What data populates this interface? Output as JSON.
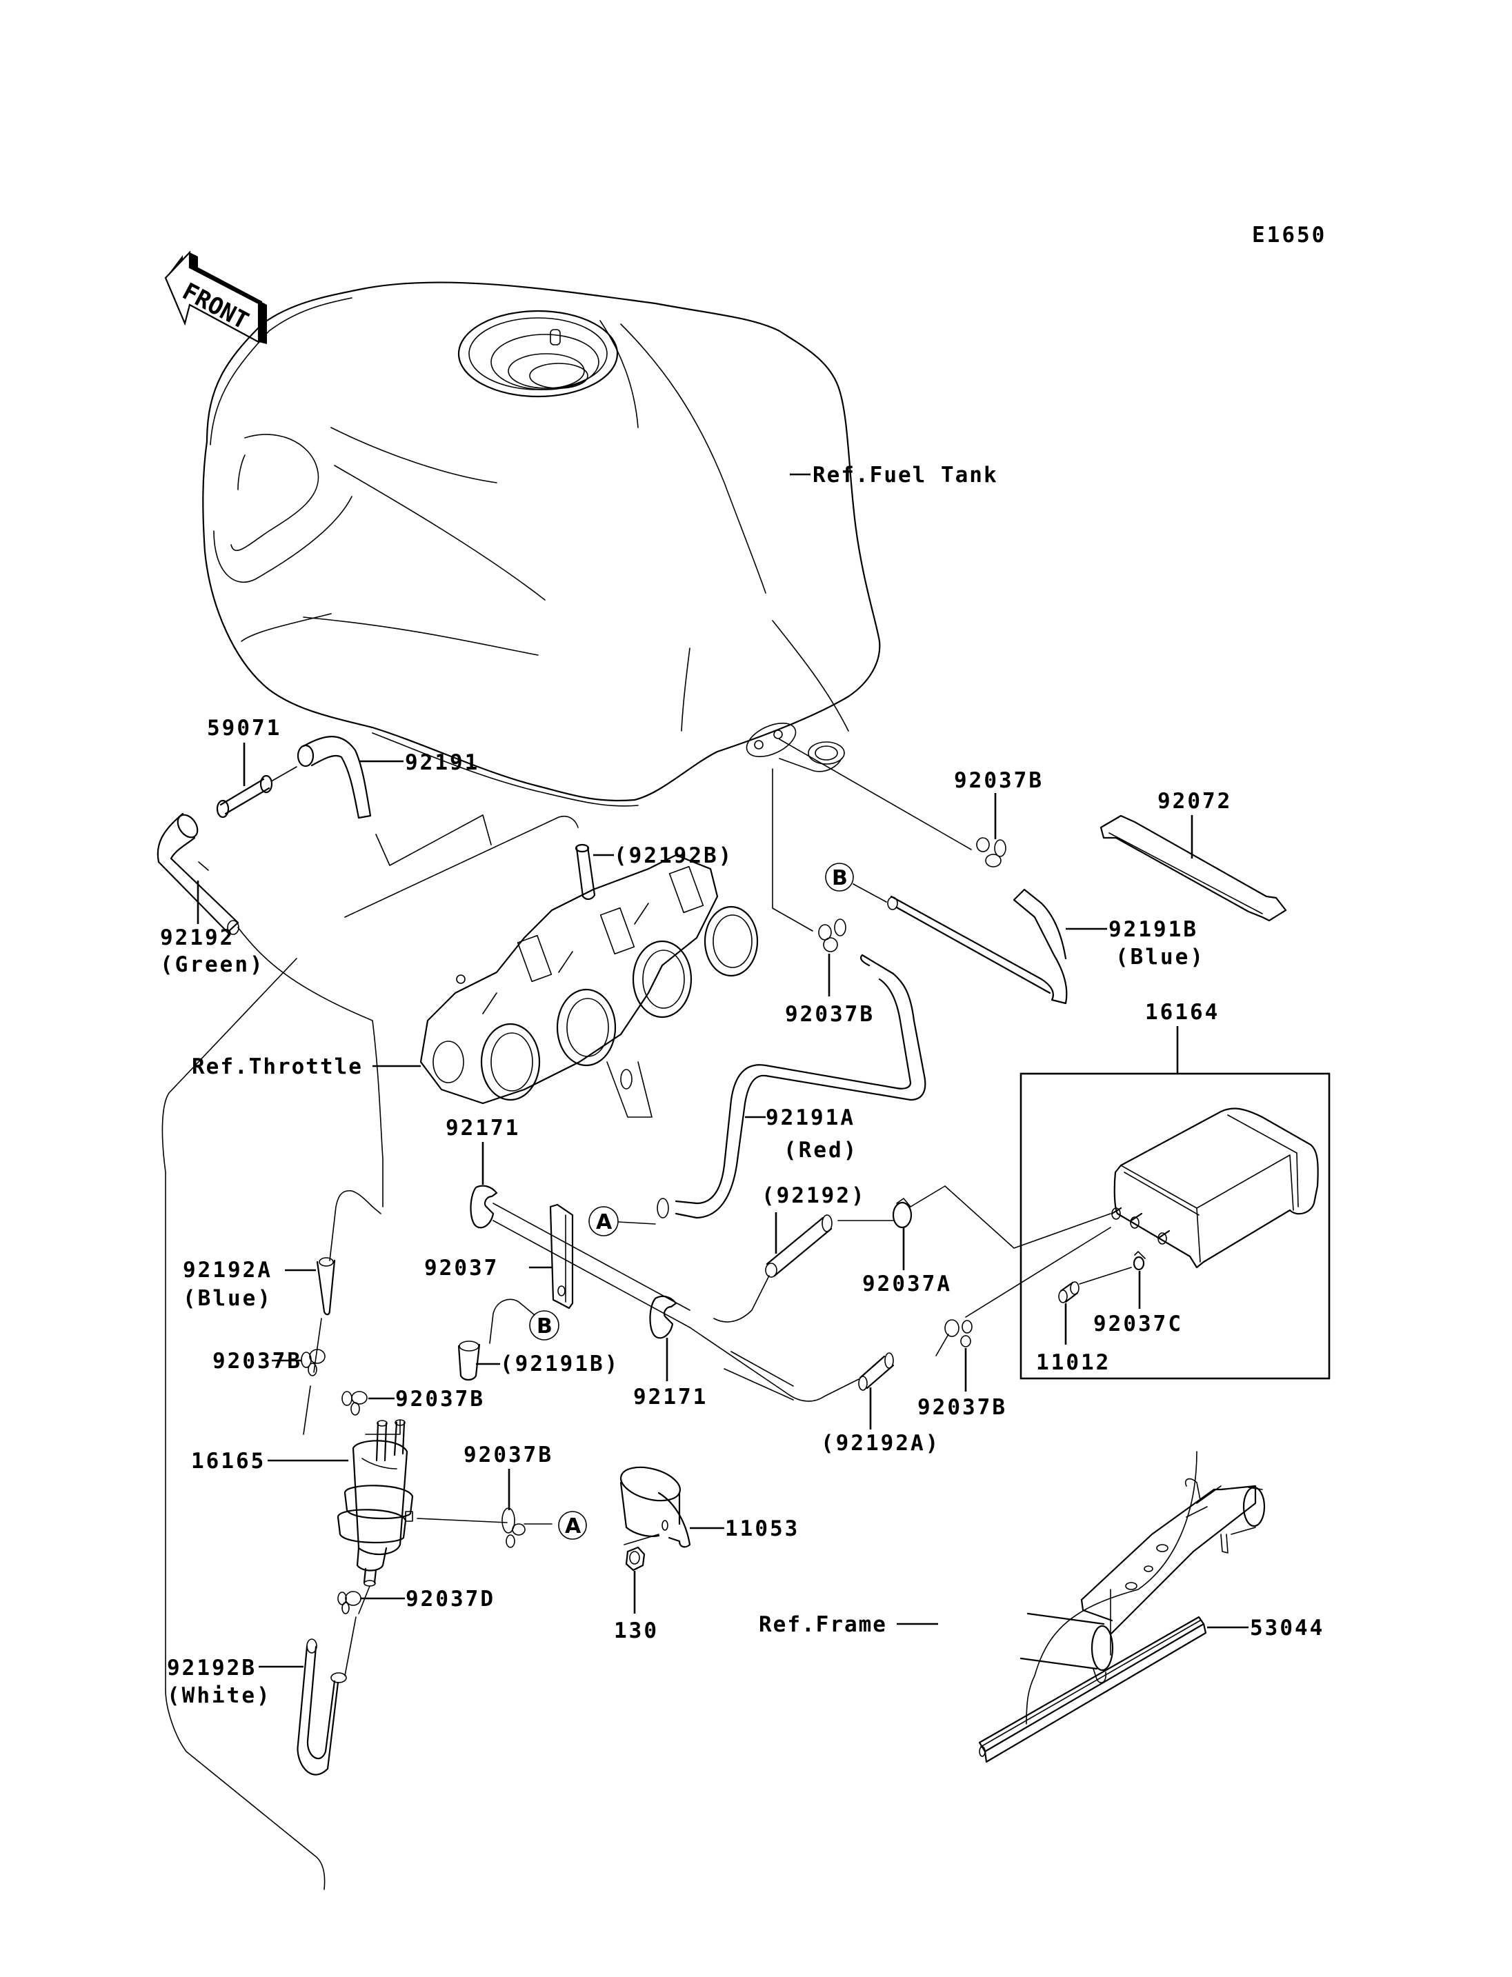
{
  "diagram": {
    "code": "E1650",
    "front_label": "FRONT",
    "references": {
      "fuel_tank": "Ref.Fuel Tank",
      "throttle": "Ref.Throttle",
      "frame": "Ref.Frame"
    },
    "connection_markers": {
      "a": "A",
      "b": "B"
    },
    "parts": [
      {
        "id": "p59071",
        "number": "59071",
        "color": ""
      },
      {
        "id": "p92191",
        "number": "92191",
        "color": ""
      },
      {
        "id": "p92192-green",
        "number": "92192",
        "color": "(Green)"
      },
      {
        "id": "p92192b-paren",
        "number": "(92192B)",
        "color": ""
      },
      {
        "id": "p92037b-top",
        "number": "92037B",
        "color": ""
      },
      {
        "id": "p92072",
        "number": "92072",
        "color": ""
      },
      {
        "id": "p92191b-blue",
        "number": "92191B",
        "color": "(Blue)"
      },
      {
        "id": "p92037b-mid",
        "number": "92037B",
        "color": ""
      },
      {
        "id": "p16164",
        "number": "16164",
        "color": ""
      },
      {
        "id": "p92191a-red",
        "number": "92191A",
        "color": "(Red)"
      },
      {
        "id": "p92171-top",
        "number": "92171",
        "color": ""
      },
      {
        "id": "p92192-paren",
        "number": "(92192)",
        "color": ""
      },
      {
        "id": "p92192a-blue",
        "number": "92192A",
        "color": "(Blue)"
      },
      {
        "id": "p92037",
        "number": "92037",
        "color": ""
      },
      {
        "id": "p92037a",
        "number": "92037A",
        "color": ""
      },
      {
        "id": "p92037c",
        "number": "92037C",
        "color": ""
      },
      {
        "id": "p92037b-left",
        "number": "92037B",
        "color": ""
      },
      {
        "id": "p92191b-paren",
        "number": "(92191B)",
        "color": ""
      },
      {
        "id": "p11012",
        "number": "11012",
        "color": ""
      },
      {
        "id": "p92037b-lower",
        "number": "92037B",
        "color": ""
      },
      {
        "id": "p92171-bottom",
        "number": "92171",
        "color": ""
      },
      {
        "id": "p92037b-right",
        "number": "92037B",
        "color": ""
      },
      {
        "id": "p92192a-paren",
        "number": "(92192A)",
        "color": ""
      },
      {
        "id": "p16165",
        "number": "16165",
        "color": ""
      },
      {
        "id": "p92037b-filter",
        "number": "92037B",
        "color": ""
      },
      {
        "id": "p11053",
        "number": "11053",
        "color": ""
      },
      {
        "id": "p92037d",
        "number": "92037D",
        "color": ""
      },
      {
        "id": "p130",
        "number": "130",
        "color": ""
      },
      {
        "id": "p92192b-white",
        "number": "92192B",
        "color": "(White)"
      },
      {
        "id": "p53044",
        "number": "53044",
        "color": ""
      }
    ]
  }
}
